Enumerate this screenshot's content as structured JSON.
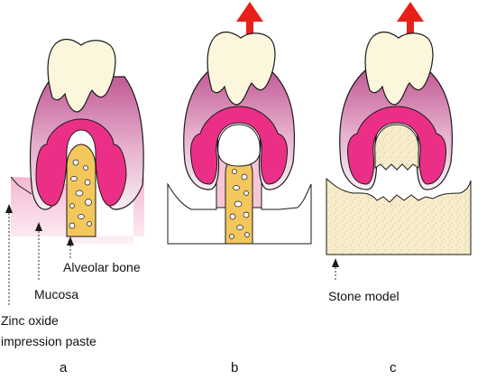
{
  "labels": {
    "alveolar_bone": "Alveolar bone",
    "mucosa": "Mucosa",
    "zinc_oxide_line1": "Zinc oxide",
    "zinc_oxide_line2": "impression paste",
    "stone_model": "Stone model"
  },
  "panels": [
    "a",
    "b",
    "c"
  ],
  "colors": {
    "tooth": "#fbf6dc",
    "impression_light": "#f2e1ea",
    "impression_dark": "#c25a94",
    "mucosa": "#ec2f86",
    "mucosa_fade": "#f6b7d2",
    "bone": "#f3c75c",
    "stone": "#f6eccc",
    "arrow": "#e8201a",
    "outline": "#1a1a1a"
  }
}
